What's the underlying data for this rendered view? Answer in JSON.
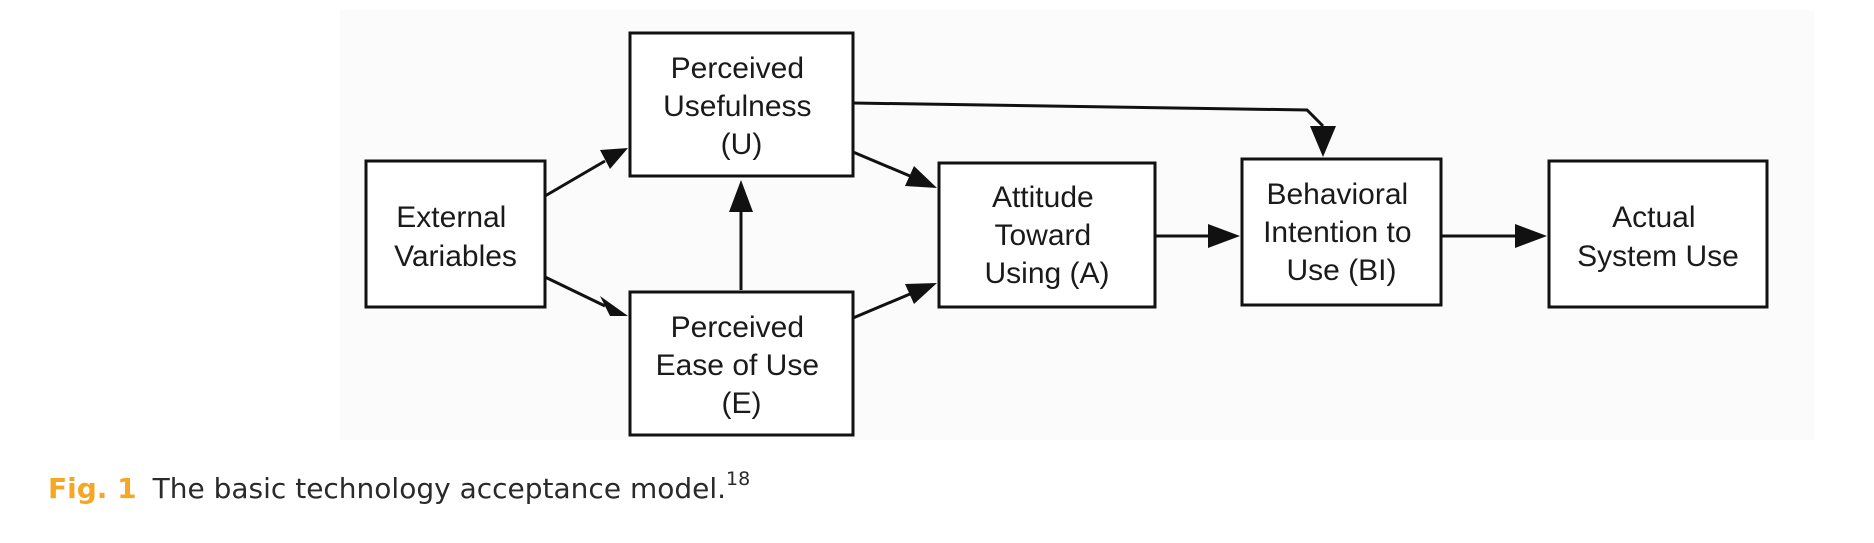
{
  "diagram": {
    "nodes": [
      {
        "id": "external-variables",
        "lines": [
          "External",
          "Variables"
        ]
      },
      {
        "id": "perceived-usefulness",
        "lines": [
          "Perceived",
          "Usefulness",
          "(U)"
        ]
      },
      {
        "id": "perceived-ease-of-use",
        "lines": [
          "Perceived",
          "Ease of Use",
          "(E)"
        ]
      },
      {
        "id": "attitude-toward-using",
        "lines": [
          "Attitude",
          "Toward",
          "Using (A)"
        ]
      },
      {
        "id": "behavioral-intention",
        "lines": [
          "Behavioral",
          "Intention to",
          "Use (BI)"
        ]
      },
      {
        "id": "actual-system-use",
        "lines": [
          "Actual",
          "System Use"
        ]
      }
    ],
    "edges": [
      {
        "from": "external-variables",
        "to": "perceived-usefulness"
      },
      {
        "from": "external-variables",
        "to": "perceived-ease-of-use"
      },
      {
        "from": "perceived-ease-of-use",
        "to": "perceived-usefulness"
      },
      {
        "from": "perceived-usefulness",
        "to": "attitude-toward-using"
      },
      {
        "from": "perceived-ease-of-use",
        "to": "attitude-toward-using"
      },
      {
        "from": "perceived-usefulness",
        "to": "behavioral-intention"
      },
      {
        "from": "attitude-toward-using",
        "to": "behavioral-intention"
      },
      {
        "from": "behavioral-intention",
        "to": "actual-system-use"
      }
    ]
  },
  "caption": {
    "label": "Fig. 1",
    "text": "The basic technology acceptance model.",
    "reference": "18"
  },
  "colors": {
    "caption_label": "#f5a623",
    "stroke": "#111111"
  }
}
